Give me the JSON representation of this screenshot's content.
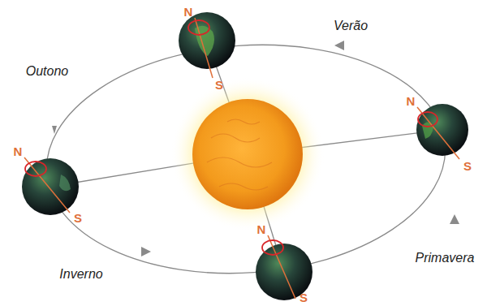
{
  "diagram": {
    "labels": [
      "Outono",
      "Verão",
      "Inverno",
      "Primavera",
      "N",
      "S",
      "N",
      "S",
      "N",
      "S",
      "N",
      "S"
    ]
  }
}
